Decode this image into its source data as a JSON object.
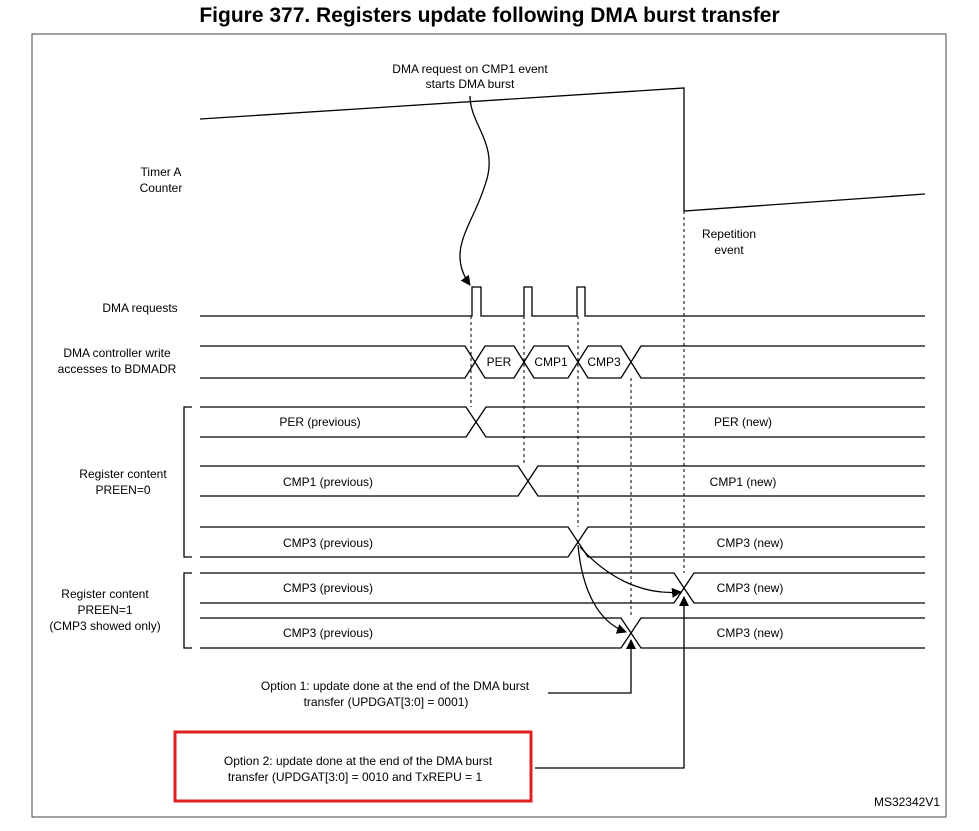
{
  "title": "Figure 377. Registers update following DMA burst transfer",
  "labels": {
    "dma_request_note_1": "DMA request on CMP1 event",
    "dma_request_note_2": "starts DMA burst",
    "timer_counter_1": "Timer A",
    "timer_counter_2": "Counter",
    "repetition_1": "Repetition",
    "repetition_2": "event",
    "dma_requests": "DMA requests",
    "dma_ctrl_1": "DMA controller write",
    "dma_ctrl_2": "accesses to BDMADR",
    "reg_preen0_1": "Register content",
    "reg_preen0_2": "PREEN=0",
    "reg_preen1_1": "Register content",
    "reg_preen1_2": "PREEN=1",
    "reg_preen1_3": "(CMP3 showed only)"
  },
  "bus_segments": {
    "per": "PER",
    "cmp1": "CMP1",
    "cmp3": "CMP3"
  },
  "registers": {
    "per_prev": "PER (previous)",
    "per_new": "PER (new)",
    "cmp1_prev": "CMP1 (previous)",
    "cmp1_new": "CMP1 (new)",
    "cmp3_prev": "CMP3 (previous)",
    "cmp3_new": "CMP3 (new)"
  },
  "options": {
    "option1_line1": "Option 1: update done at the end of the DMA burst",
    "option1_line2": "transfer (UPDGAT[3:0] = 0001)",
    "option2_line1": "Option 2: update done at the end of the DMA burst",
    "option2_line2": "transfer (UPDGAT[3:0] = 0010 and TxREPU = 1"
  },
  "figure_id": "MS32342V1",
  "colors": {
    "highlight_box": "#e02020",
    "line": "#000000"
  }
}
